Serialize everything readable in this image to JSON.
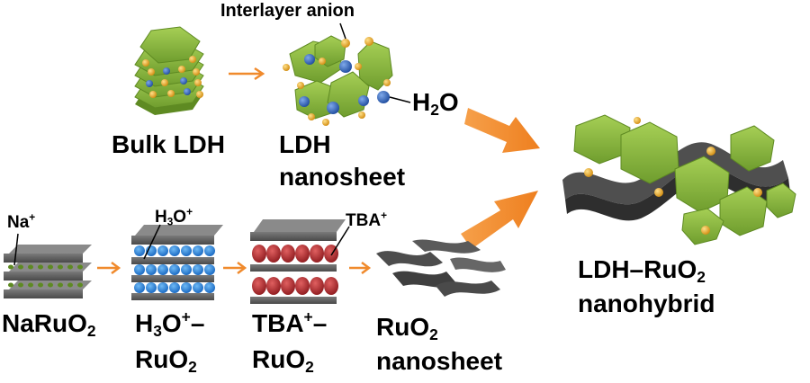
{
  "colors": {
    "ldh_green": "#7faf3a",
    "ldh_green_light": "#a6cf55",
    "ldh_green_dark": "#5e8a22",
    "anion_gold": "#e8a41b",
    "water_blue": "#2f62b8",
    "ruo2_gray": "#555555",
    "h3o_blue": "#1f7fd8",
    "tba_red": "#b5282c",
    "arrow_orange": "#f08a2c"
  },
  "labels": {
    "interlayer_anion": "Interlayer anion",
    "h2o": {
      "main": "H",
      "sub": "2",
      "tail": "O"
    },
    "bulk_ldh": "Bulk LDH",
    "ldh_nanosheet_l1": "LDH",
    "ldh_nanosheet_l2": "nanosheet",
    "na_plus": {
      "main": "Na",
      "sup": "+"
    },
    "h3o_plus": {
      "main": "H",
      "sub": "3",
      "mid": "O",
      "sup": "+"
    },
    "tba_plus": {
      "main": "TBA",
      "sup": "+"
    },
    "naruo2": {
      "main": "NaRuO",
      "sub": "2"
    },
    "h3o_ruo2_l1": {
      "main": "H",
      "sub": "3",
      "mid": "O",
      "sup": "+",
      "tail": "–"
    },
    "h3o_ruo2_l2": {
      "main": "RuO",
      "sub": "2"
    },
    "tba_ruo2_l1": {
      "main": "TBA",
      "sup": "+",
      "tail": "–"
    },
    "tba_ruo2_l2": {
      "main": "RuO",
      "sub": "2"
    },
    "ruo2_nano_l1": {
      "main": "RuO",
      "sub": "2"
    },
    "ruo2_nano_l2": "nanosheet",
    "hybrid_l1": {
      "main": "LDH–RuO",
      "sub": "2"
    },
    "hybrid_l2": "nanohybrid"
  }
}
